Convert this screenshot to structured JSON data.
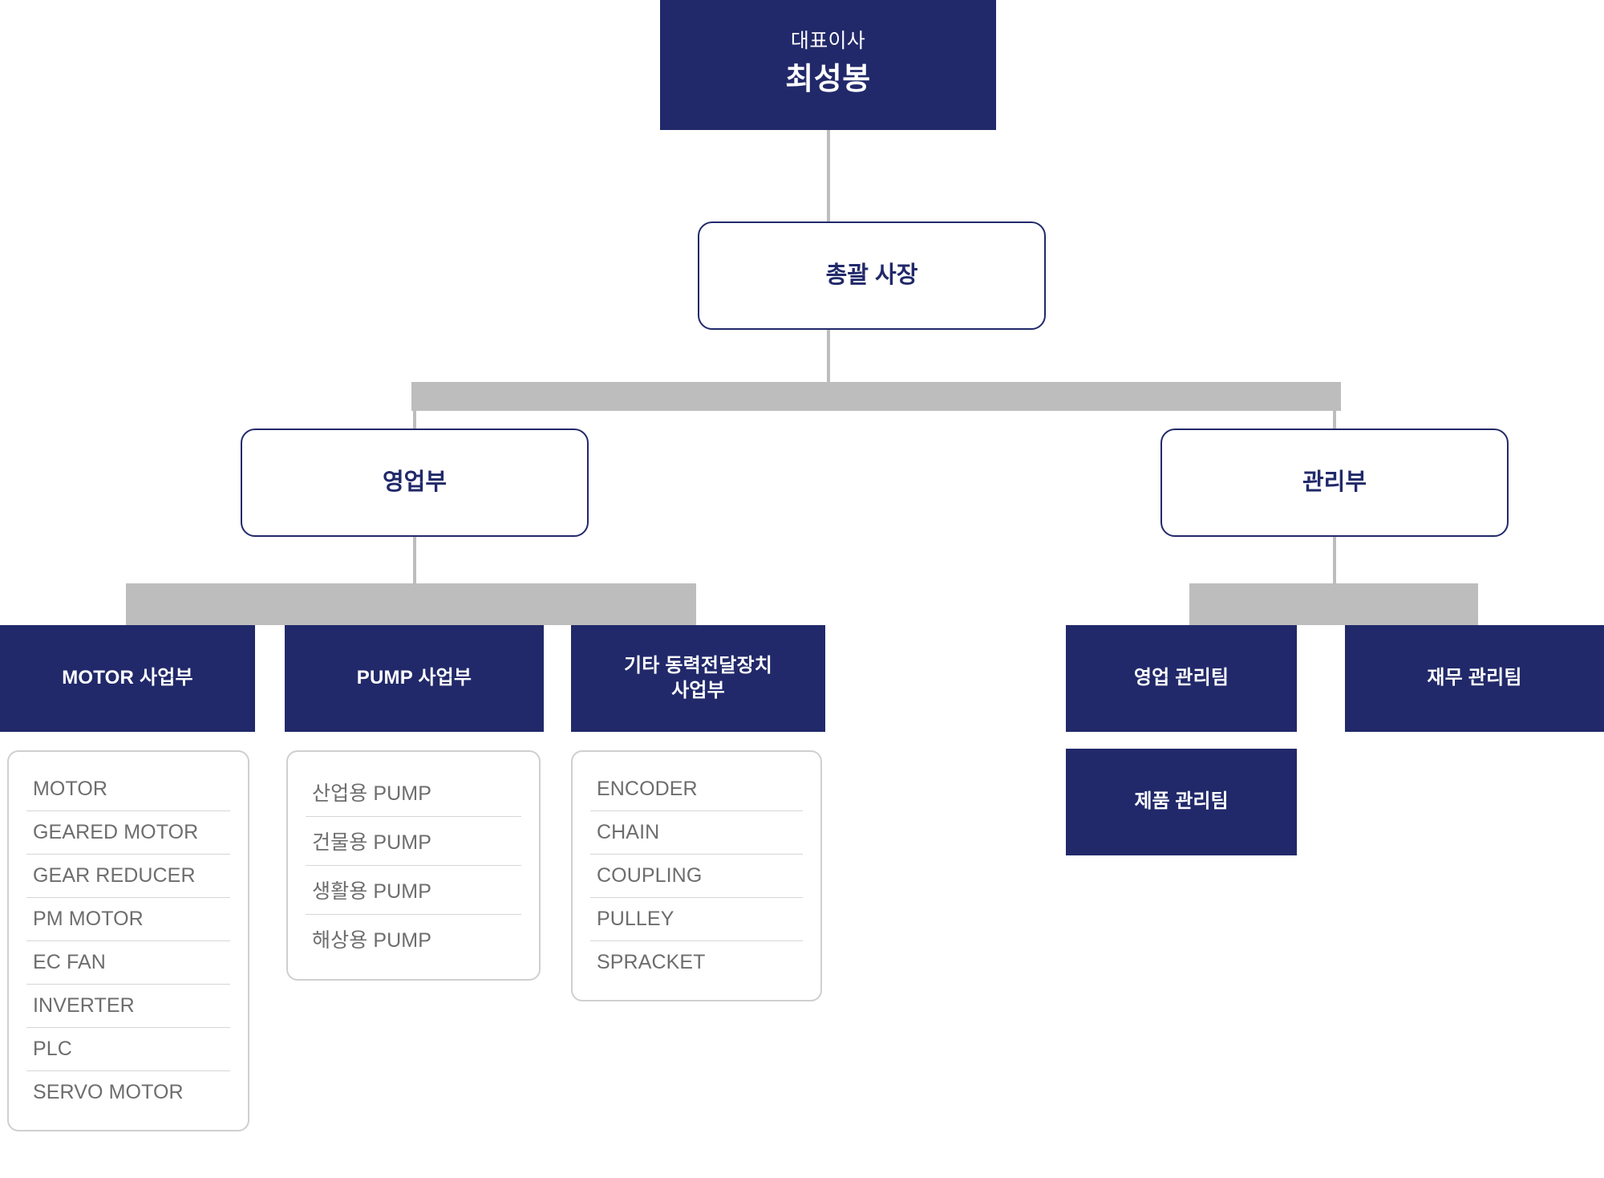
{
  "palette": {
    "navy": "#21296a",
    "connector_gray": "#bdbdbd",
    "card_border_gray": "#cfcfcf",
    "list_text_gray": "#6d6d6d",
    "background": "#ffffff"
  },
  "root": {
    "title": "대표이사",
    "name": "최성봉"
  },
  "president": {
    "label": "총괄 사장"
  },
  "divisions": [
    {
      "id": "sales",
      "label": "영업부"
    },
    {
      "id": "management",
      "label": "관리부"
    }
  ],
  "sales_units": [
    {
      "id": "motor",
      "label": "MOTOR 사업부",
      "products": [
        "MOTOR",
        "GEARED MOTOR",
        "GEAR REDUCER",
        "PM MOTOR",
        "EC FAN",
        "INVERTER",
        "PLC",
        "SERVO MOTOR"
      ]
    },
    {
      "id": "pump",
      "label": "PUMP 사업부",
      "products": [
        "산업용 PUMP",
        "건물용 PUMP",
        "생활용 PUMP",
        "해상용 PUMP"
      ]
    },
    {
      "id": "other",
      "label_line1": "기타 동력전달장치",
      "label_line2": "사업부",
      "products": [
        "ENCODER",
        "CHAIN",
        "COUPLING",
        "PULLEY",
        "SPRACKET"
      ]
    }
  ],
  "management_teams": [
    {
      "id": "sales-team",
      "label": "영업 관리팀"
    },
    {
      "id": "finance-team",
      "label": "재무 관리팀"
    },
    {
      "id": "product-team",
      "label": "제품 관리팀"
    }
  ]
}
